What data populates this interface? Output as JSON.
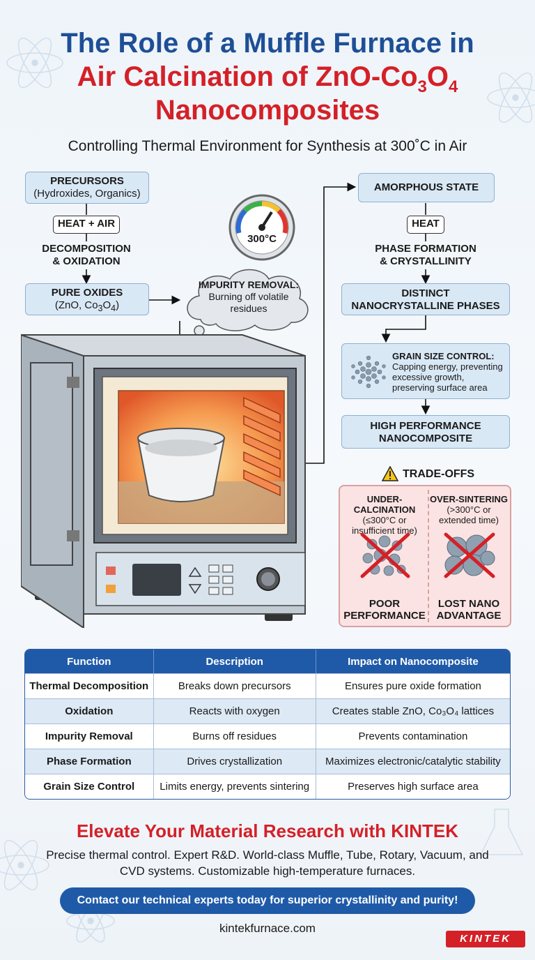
{
  "title": {
    "line1": "The Role of a Muffle Furnace in",
    "line2_pre": "Air Calcination of ZnO-Co",
    "line2_sub1": "3",
    "line2_mid": "O",
    "line2_sub2": "4",
    "line3": "Nanocomposites"
  },
  "subtitle": "Controlling Thermal Environment for Synthesis at 300˚C in Air",
  "left_flow": {
    "precursors_title": "PRECURSORS",
    "precursors_sub": "(Hydroxides, Organics)",
    "heat_air": "HEAT + AIR",
    "decomp_line1": "DECOMPOSITION",
    "decomp_line2": "& OXIDATION",
    "oxides_title": "PURE OXIDES",
    "oxides_sub_pre": "(ZnO, Co",
    "oxides_sub_s1": "3",
    "oxides_sub_mid": "O",
    "oxides_sub_s2": "4",
    "oxides_sub_end": ")"
  },
  "gauge": {
    "label": "300°C"
  },
  "cloud": {
    "bold": "IMPURITY REMOVAL:",
    "text": " Burning off volatile residues"
  },
  "right_flow": {
    "amorphous": "AMORPHOUS STATE",
    "heat": "HEAT",
    "phase_line1": "PHASE FORMATION",
    "phase_line2": "& CRYSTALLINITY",
    "distinct_line1": "DISTINCT",
    "distinct_line2": "NANOCRYSTALLINE PHASES",
    "grain_bold": "GRAIN SIZE CONTROL:",
    "grain_text": "Capping energy, preventing excessive growth, preserving surface area",
    "high_line1": "HIGH PERFORMANCE",
    "high_line2": "NANOCOMPOSITE"
  },
  "tradeoffs": {
    "title": "TRADE-OFFS",
    "left_title": "UNDER-CALCINATION",
    "left_sub1": "(≤300°C or",
    "left_sub2": "insufficient time)",
    "left_result1": "POOR",
    "left_result2": "PERFORMANCE",
    "right_title": "OVER-SINTERING",
    "right_sub1": "(>300°C or",
    "right_sub2": "extended time)",
    "right_result1": "LOST NANO",
    "right_result2": "ADVANTAGE"
  },
  "table": {
    "headers": [
      "Function",
      "Description",
      "Impact on Nanocomposite"
    ],
    "rows": [
      [
        "Thermal Decomposition",
        "Breaks down precursors",
        "Ensures pure oxide formation"
      ],
      [
        "Oxidation",
        "Reacts with oxygen",
        "Creates stable ZnO, Co₃O₄ lattices"
      ],
      [
        "Impurity Removal",
        "Burns off residues",
        "Prevents contamination"
      ],
      [
        "Phase Formation",
        "Drives crystallization",
        "Maximizes electronic/catalytic stability"
      ],
      [
        "Grain Size Control",
        "Limits energy, prevents sintering",
        "Preserves high surface area"
      ]
    ]
  },
  "cta": {
    "title": "Elevate Your Material Research with KINTEK",
    "text": "Precise thermal control. Expert R&D. World-class Muffle, Tube, Rotary, Vacuum, and CVD systems. Customizable high-temperature furnaces.",
    "button": "Contact our technical experts today for superior crystallinity and purity!",
    "website": "kintekfurnace.com",
    "logo": "KINTEK"
  },
  "colors": {
    "title_blue": "#1e4f96",
    "title_red": "#d42027",
    "box_fill": "#d9e8f5",
    "table_header": "#1f5aa8",
    "tradeoff_fill": "#fbe3e3"
  }
}
